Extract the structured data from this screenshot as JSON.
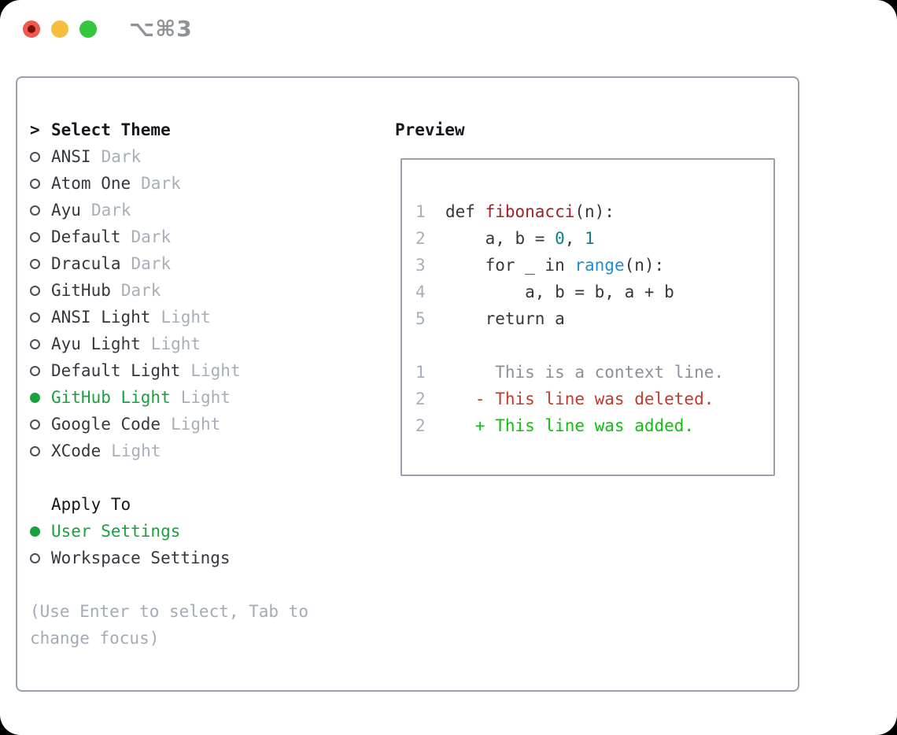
{
  "window": {
    "title": "⌥⌘3"
  },
  "theme_panel": {
    "header": {
      "marker": ">",
      "label": "Select Theme"
    },
    "themes": [
      {
        "name": "ANSI",
        "variant": "Dark",
        "selected": false
      },
      {
        "name": "Atom One",
        "variant": "Dark",
        "selected": false
      },
      {
        "name": "Ayu",
        "variant": "Dark",
        "selected": false
      },
      {
        "name": "Default",
        "variant": "Dark",
        "selected": false
      },
      {
        "name": "Dracula",
        "variant": "Dark",
        "selected": false
      },
      {
        "name": "GitHub",
        "variant": "Dark",
        "selected": false
      },
      {
        "name": "ANSI Light",
        "variant": "Light",
        "selected": false
      },
      {
        "name": "Ayu Light",
        "variant": "Light",
        "selected": false
      },
      {
        "name": "Default Light",
        "variant": "Light",
        "selected": false
      },
      {
        "name": "GitHub Light",
        "variant": "Light",
        "selected": true
      },
      {
        "name": "Google Code",
        "variant": "Light",
        "selected": false
      },
      {
        "name": "XCode",
        "variant": "Light",
        "selected": false
      }
    ],
    "apply_to": {
      "label": "Apply To",
      "options": [
        {
          "name": "User Settings",
          "selected": true
        },
        {
          "name": "Workspace Settings",
          "selected": false
        }
      ]
    },
    "hint_lines": [
      "(Use Enter to select, Tab to",
      "change focus)"
    ]
  },
  "preview": {
    "label": "Preview",
    "lines": [
      {
        "num": "1",
        "segments": [
          {
            "text": "def ",
            "style": "code"
          },
          {
            "text": "fibonacci",
            "style": "function"
          },
          {
            "text": "(n):",
            "style": "code"
          }
        ]
      },
      {
        "num": "2",
        "segments": [
          {
            "text": "    a, b = ",
            "style": "code"
          },
          {
            "text": "0",
            "style": "number"
          },
          {
            "text": ", ",
            "style": "code"
          },
          {
            "text": "1",
            "style": "number"
          }
        ]
      },
      {
        "num": "3",
        "segments": [
          {
            "text": "    for _ in ",
            "style": "code"
          },
          {
            "text": "range",
            "style": "builtin"
          },
          {
            "text": "(n):",
            "style": "code"
          }
        ]
      },
      {
        "num": "4",
        "segments": [
          {
            "text": "        a, b = b, a + b",
            "style": "code"
          }
        ]
      },
      {
        "num": "5",
        "segments": [
          {
            "text": "    return a",
            "style": "code"
          }
        ]
      },
      {
        "num": "",
        "segments": []
      },
      {
        "num": "1",
        "segments": [
          {
            "text": "     This is a context line.",
            "style": "context"
          }
        ]
      },
      {
        "num": "2",
        "segments": [
          {
            "text": "   - This line was deleted.",
            "style": "deleted"
          }
        ]
      },
      {
        "num": "2",
        "segments": [
          {
            "text": "   + This line was added.",
            "style": "added"
          }
        ]
      }
    ]
  },
  "colors": {
    "green": "#18a23c",
    "added_green": "#0cc30c",
    "deleted_red": "#c43a28",
    "function_red": "#a32125",
    "number_teal": "#0e8186",
    "builtin_blue": "#1b90d0",
    "muted_gray": "#a7afba",
    "text_dark": "#34383e",
    "heading": "#15181c",
    "border_gray": "#98a1ac",
    "hint_gray": "#a2abb6",
    "context_gray": "#8b9198",
    "linenum_gray": "#a7afba",
    "title_gray": "#8f9398",
    "light_red": "#ef5a4e",
    "light_red_dot": "#7c0f0b",
    "light_yellow": "#f6bd3e",
    "light_green": "#35c73d"
  }
}
